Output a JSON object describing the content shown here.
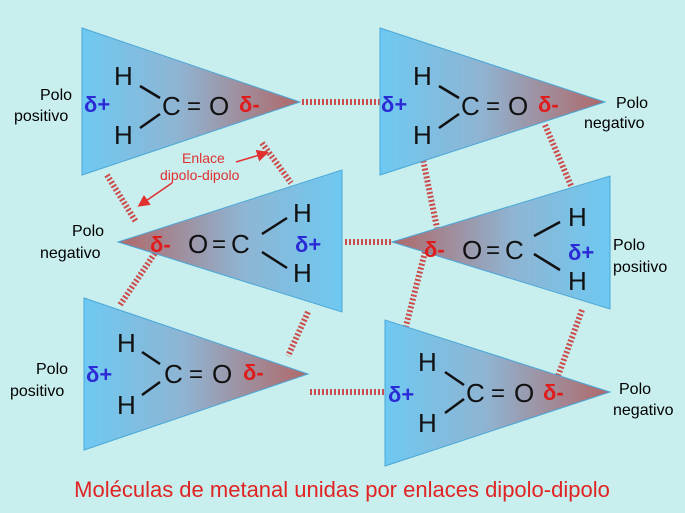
{
  "diagram": {
    "title": "Moléculas de metanal unidas por enlaces dipolo-dipolo",
    "annotation": {
      "line1": "Enlace",
      "line2": "dipolo-dipolo"
    },
    "colors": {
      "background": "#c8eeed",
      "triangle_blue": "#6ec9f2",
      "triangle_brown": "#b06868",
      "dipole_link": "#cc4b4b",
      "delta_plus": "#2b2bd6",
      "delta_minus": "#e01b1b",
      "caption": "#e02424"
    },
    "molecules": [
      {
        "id": "m1",
        "h_top": "H",
        "h_bottom": "H",
        "c": "C",
        "bond": "=",
        "o": "O",
        "delta_plus": "δ+",
        "delta_minus": "δ-",
        "pole_line1": "Polo",
        "pole_line2": "positivo"
      },
      {
        "id": "m2",
        "h_top": "H",
        "h_bottom": "H",
        "c": "C",
        "bond": "=",
        "o": "O",
        "delta_plus": "δ+",
        "delta_minus": "δ-",
        "pole_line1": "Polo",
        "pole_line2": "negativo"
      },
      {
        "id": "m3",
        "h_top": "H",
        "h_bottom": "H",
        "c": "C",
        "bond": "=",
        "o": "O",
        "delta_plus": "δ+",
        "delta_minus": "δ-",
        "pole_line1": "Polo",
        "pole_line2": "negativo"
      },
      {
        "id": "m4",
        "h_top": "H",
        "h_bottom": "H",
        "c": "C",
        "bond": "=",
        "o": "O",
        "delta_plus": "δ+",
        "delta_minus": "δ-",
        "pole_line1": "Polo",
        "pole_line2": "positivo"
      },
      {
        "id": "m5",
        "h_top": "H",
        "h_bottom": "H",
        "c": "C",
        "bond": "=",
        "o": "O",
        "delta_plus": "δ+",
        "delta_minus": "δ-",
        "pole_line1": "Polo",
        "pole_line2": "positivo"
      },
      {
        "id": "m6",
        "h_top": "H",
        "h_bottom": "H",
        "c": "C",
        "bond": "=",
        "o": "O",
        "delta_plus": "δ+",
        "delta_minus": "δ-",
        "pole_line1": "Polo",
        "pole_line2": "negativo"
      }
    ]
  }
}
